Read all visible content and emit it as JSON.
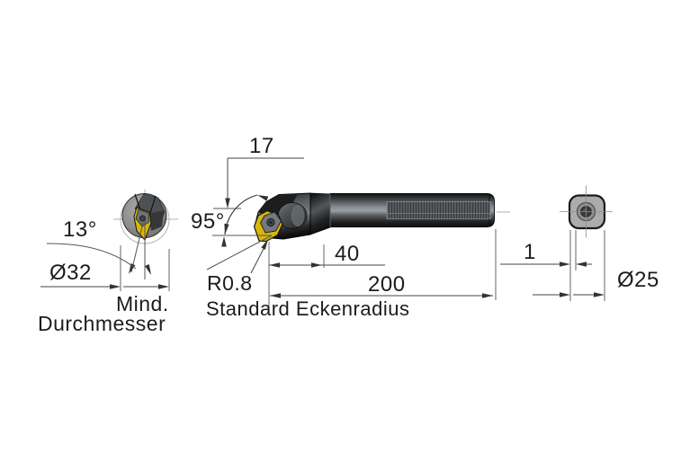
{
  "page": {
    "description": "Technical dimension drawing of a boring bar (internal turning tool) with indexable insert",
    "background": "#ffffff"
  },
  "dimensions": {
    "head_offset": "17",
    "entering_angle": "95°",
    "tilt_angle": "13°",
    "min_bore_diameter": "Ø32",
    "min_bore_caption_line1": "Mind.",
    "min_bore_caption_line2": "Durchmesser",
    "corner_radius": "R0.8",
    "corner_radius_note": "Standard Eckenradius",
    "head_length": "40",
    "overall_length": "200",
    "flat_height": "1",
    "shank_diameter": "Ø25"
  },
  "colors": {
    "insert_yellow": "#d8b60a",
    "steel_dark": "#1a1a1a",
    "dimension_lines": "#444444",
    "text": "#1c1c1c",
    "background": "#ffffff"
  }
}
